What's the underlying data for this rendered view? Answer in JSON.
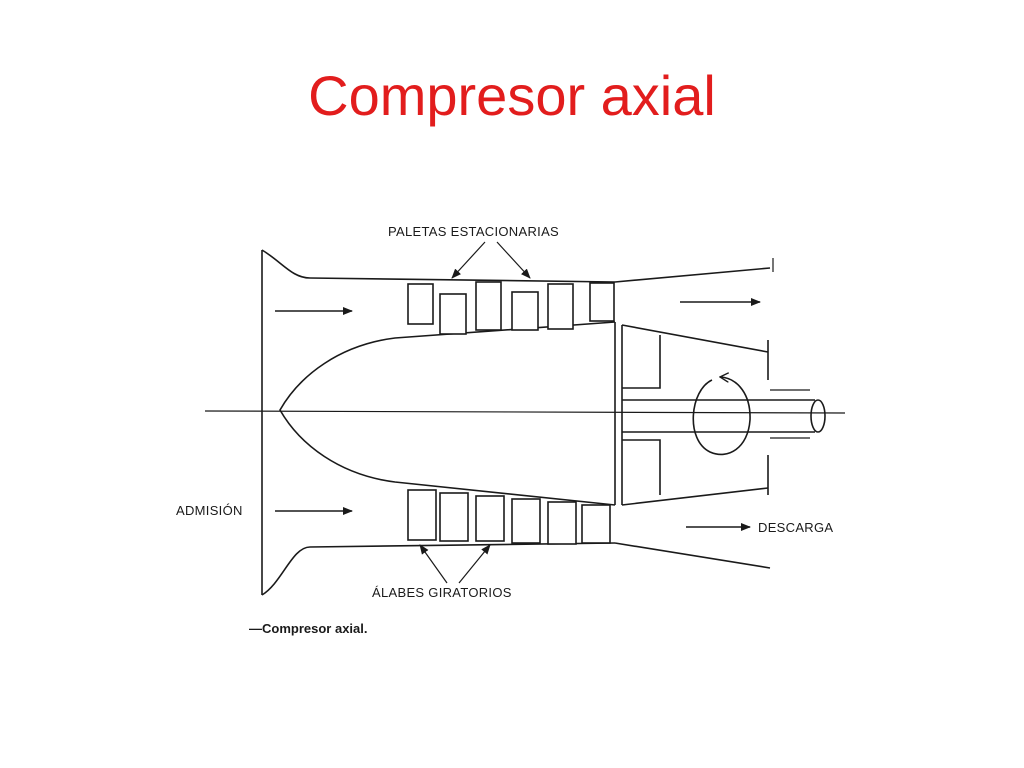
{
  "slide": {
    "title": "Compresor axial"
  },
  "diagram": {
    "labels": {
      "stationary_vanes": "PALETAS ESTACIONARIAS",
      "intake": "ADMISIÓN",
      "discharge": "DESCARGA",
      "rotating_blades": "ÁLABES GIRATORIOS",
      "caption": "—Compresor axial."
    }
  }
}
